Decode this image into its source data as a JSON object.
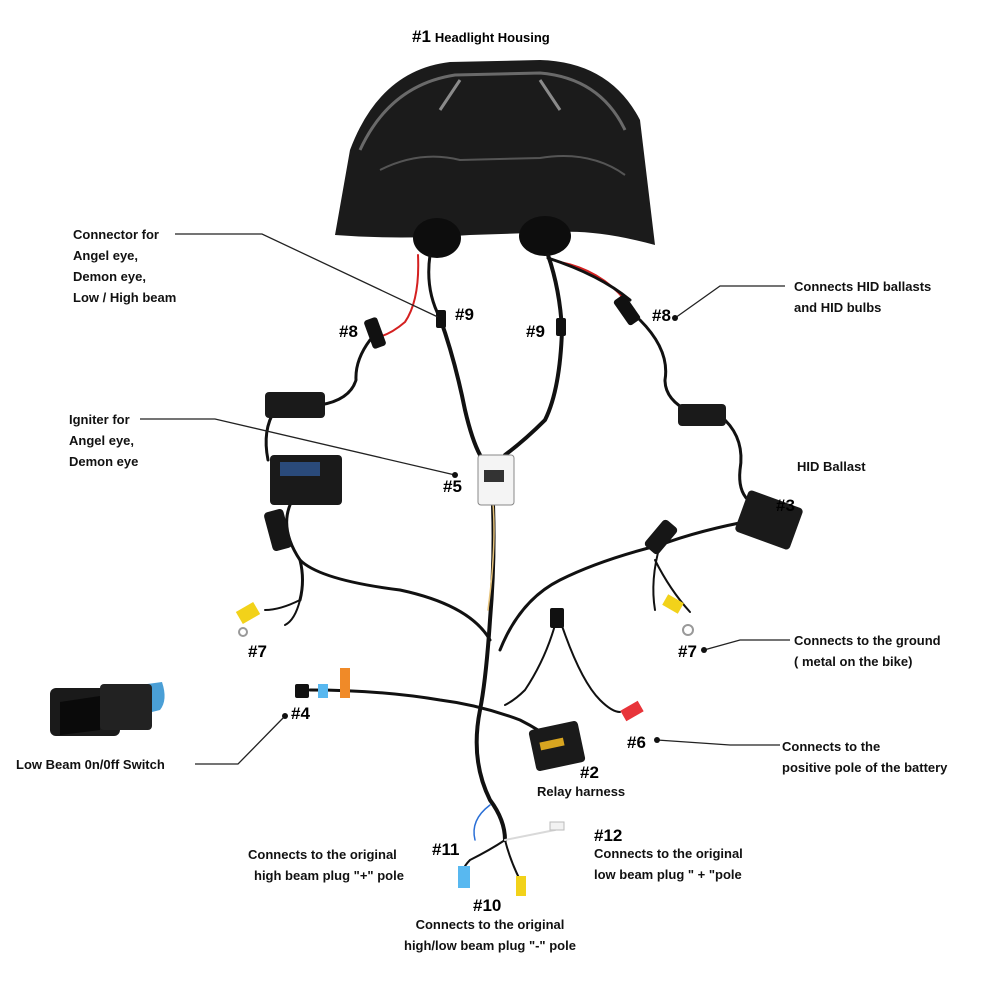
{
  "title": {
    "number": "#1",
    "text": "Headlight Housing"
  },
  "callouts": {
    "connector": {
      "lines": [
        "Connector for",
        "Angel eye,",
        "Demon eye,",
        "Low  / High beam"
      ]
    },
    "igniter": {
      "lines": [
        "Igniter for",
        "Angel eye,",
        "Demon eye"
      ]
    },
    "switch": {
      "text": "Low Beam 0n/0ff Switch"
    },
    "hid_connect": {
      "lines": [
        "Connects HID ballasts",
        "and HID bulbs"
      ]
    },
    "hid_ballast": {
      "text": "HID Ballast"
    },
    "ground": {
      "lines": [
        "Connects to the ground",
        "( metal on the bike)"
      ]
    },
    "battery": {
      "lines": [
        "Connects to the",
        "positive pole of the battery"
      ]
    },
    "relay": {
      "text": "Relay harness"
    },
    "high_plus": {
      "lines": [
        "Connects to the original",
        "high beam plug \"+\" pole"
      ]
    },
    "low_plus": {
      "lines": [
        "Connects to the original",
        "low beam plug \" + \"pole"
      ]
    },
    "minus": {
      "lines": [
        "Connects to the original",
        "high/low beam plug \"-\" pole"
      ]
    }
  },
  "numbers": {
    "n2": "#2",
    "n3": "#3",
    "n4": "#4",
    "n5": "#5",
    "n6": "#6",
    "n7_left": "#7",
    "n7_right": "#7",
    "n8_left": "#8",
    "n8_right": "#8",
    "n9_left": "#9",
    "n9_right": "#9",
    "n10": "#10",
    "n11": "#11",
    "n12": "#12"
  },
  "colors": {
    "wire": "#111111",
    "red_wire": "#d42020",
    "blue_wire": "#2a6fd6",
    "yellow_terminal": "#f2d21a",
    "blue_terminal": "#58b8f0",
    "red_terminal": "#e8343a",
    "orange_terminal": "#f08a28",
    "leader": "#222222"
  }
}
